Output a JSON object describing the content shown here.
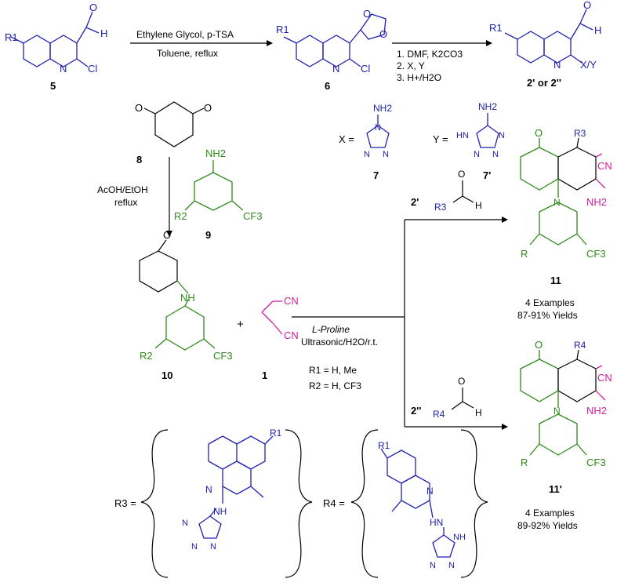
{
  "compounds": {
    "c5": "5",
    "c6": "6",
    "c2": "2' or 2''",
    "c7": "7",
    "c7p": "7'",
    "c8": "8",
    "c9": "9",
    "c10": "10",
    "c1": "1",
    "c11": "11",
    "c11p": "11'"
  },
  "conditions": {
    "step1_top": "Ethylene Glycol, p-TSA",
    "step1_bottom": "Toluene, reflux",
    "step2_a": "1. DMF, K2CO3",
    "step2_b": "2. X, Y",
    "step2_c": "3. H+/H2O",
    "step3_a": "AcOH/EtOH",
    "step3_b": "reflux",
    "main_a": "L-Proline",
    "main_b": "Ultrasonic/H2O/r.t.",
    "branch_top": "2'",
    "branch_bottom": "2''"
  },
  "definitions": {
    "x_label": "X =",
    "y_label": "Y =",
    "r1_def": "R1 = H, Me",
    "r2_def": "R2 = H, CF3",
    "r3_label": "R3 =",
    "r4_label": "R4 ="
  },
  "results": {
    "p11_examples": "4 Examples",
    "p11_yields": "87-91% Yields",
    "p11p_examples": "4 Examples",
    "p11p_yields": "89-92% Yields"
  },
  "atoms": {
    "N": "N",
    "O": "O",
    "H": "H",
    "Cl": "Cl",
    "NH": "NH",
    "NH2": "NH2",
    "HN": "HN",
    "CN": "CN",
    "CF3": "CF3",
    "R": "R",
    "R1": "R1",
    "R2": "R2",
    "R3": "R3",
    "R4": "R4",
    "XY": "X/Y",
    "plus": "+"
  },
  "colors": {
    "blue": "#2020b0",
    "green": "#2e8b1a",
    "magenta": "#d0209a"
  }
}
